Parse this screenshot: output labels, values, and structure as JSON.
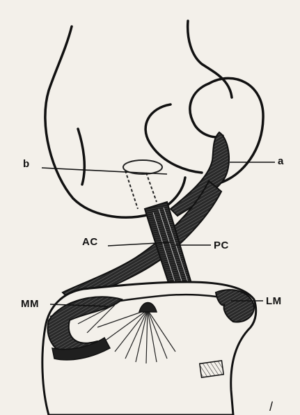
{
  "figure": {
    "labels": {
      "a": "a",
      "b": "b",
      "ac": "AC",
      "pc": "PC",
      "mm": "MM",
      "lm": "LM"
    },
    "page_mark": "/"
  },
  "colors": {
    "paper": "#f3f0ea",
    "ink": "#111111",
    "shade": "#2a2a2a"
  }
}
